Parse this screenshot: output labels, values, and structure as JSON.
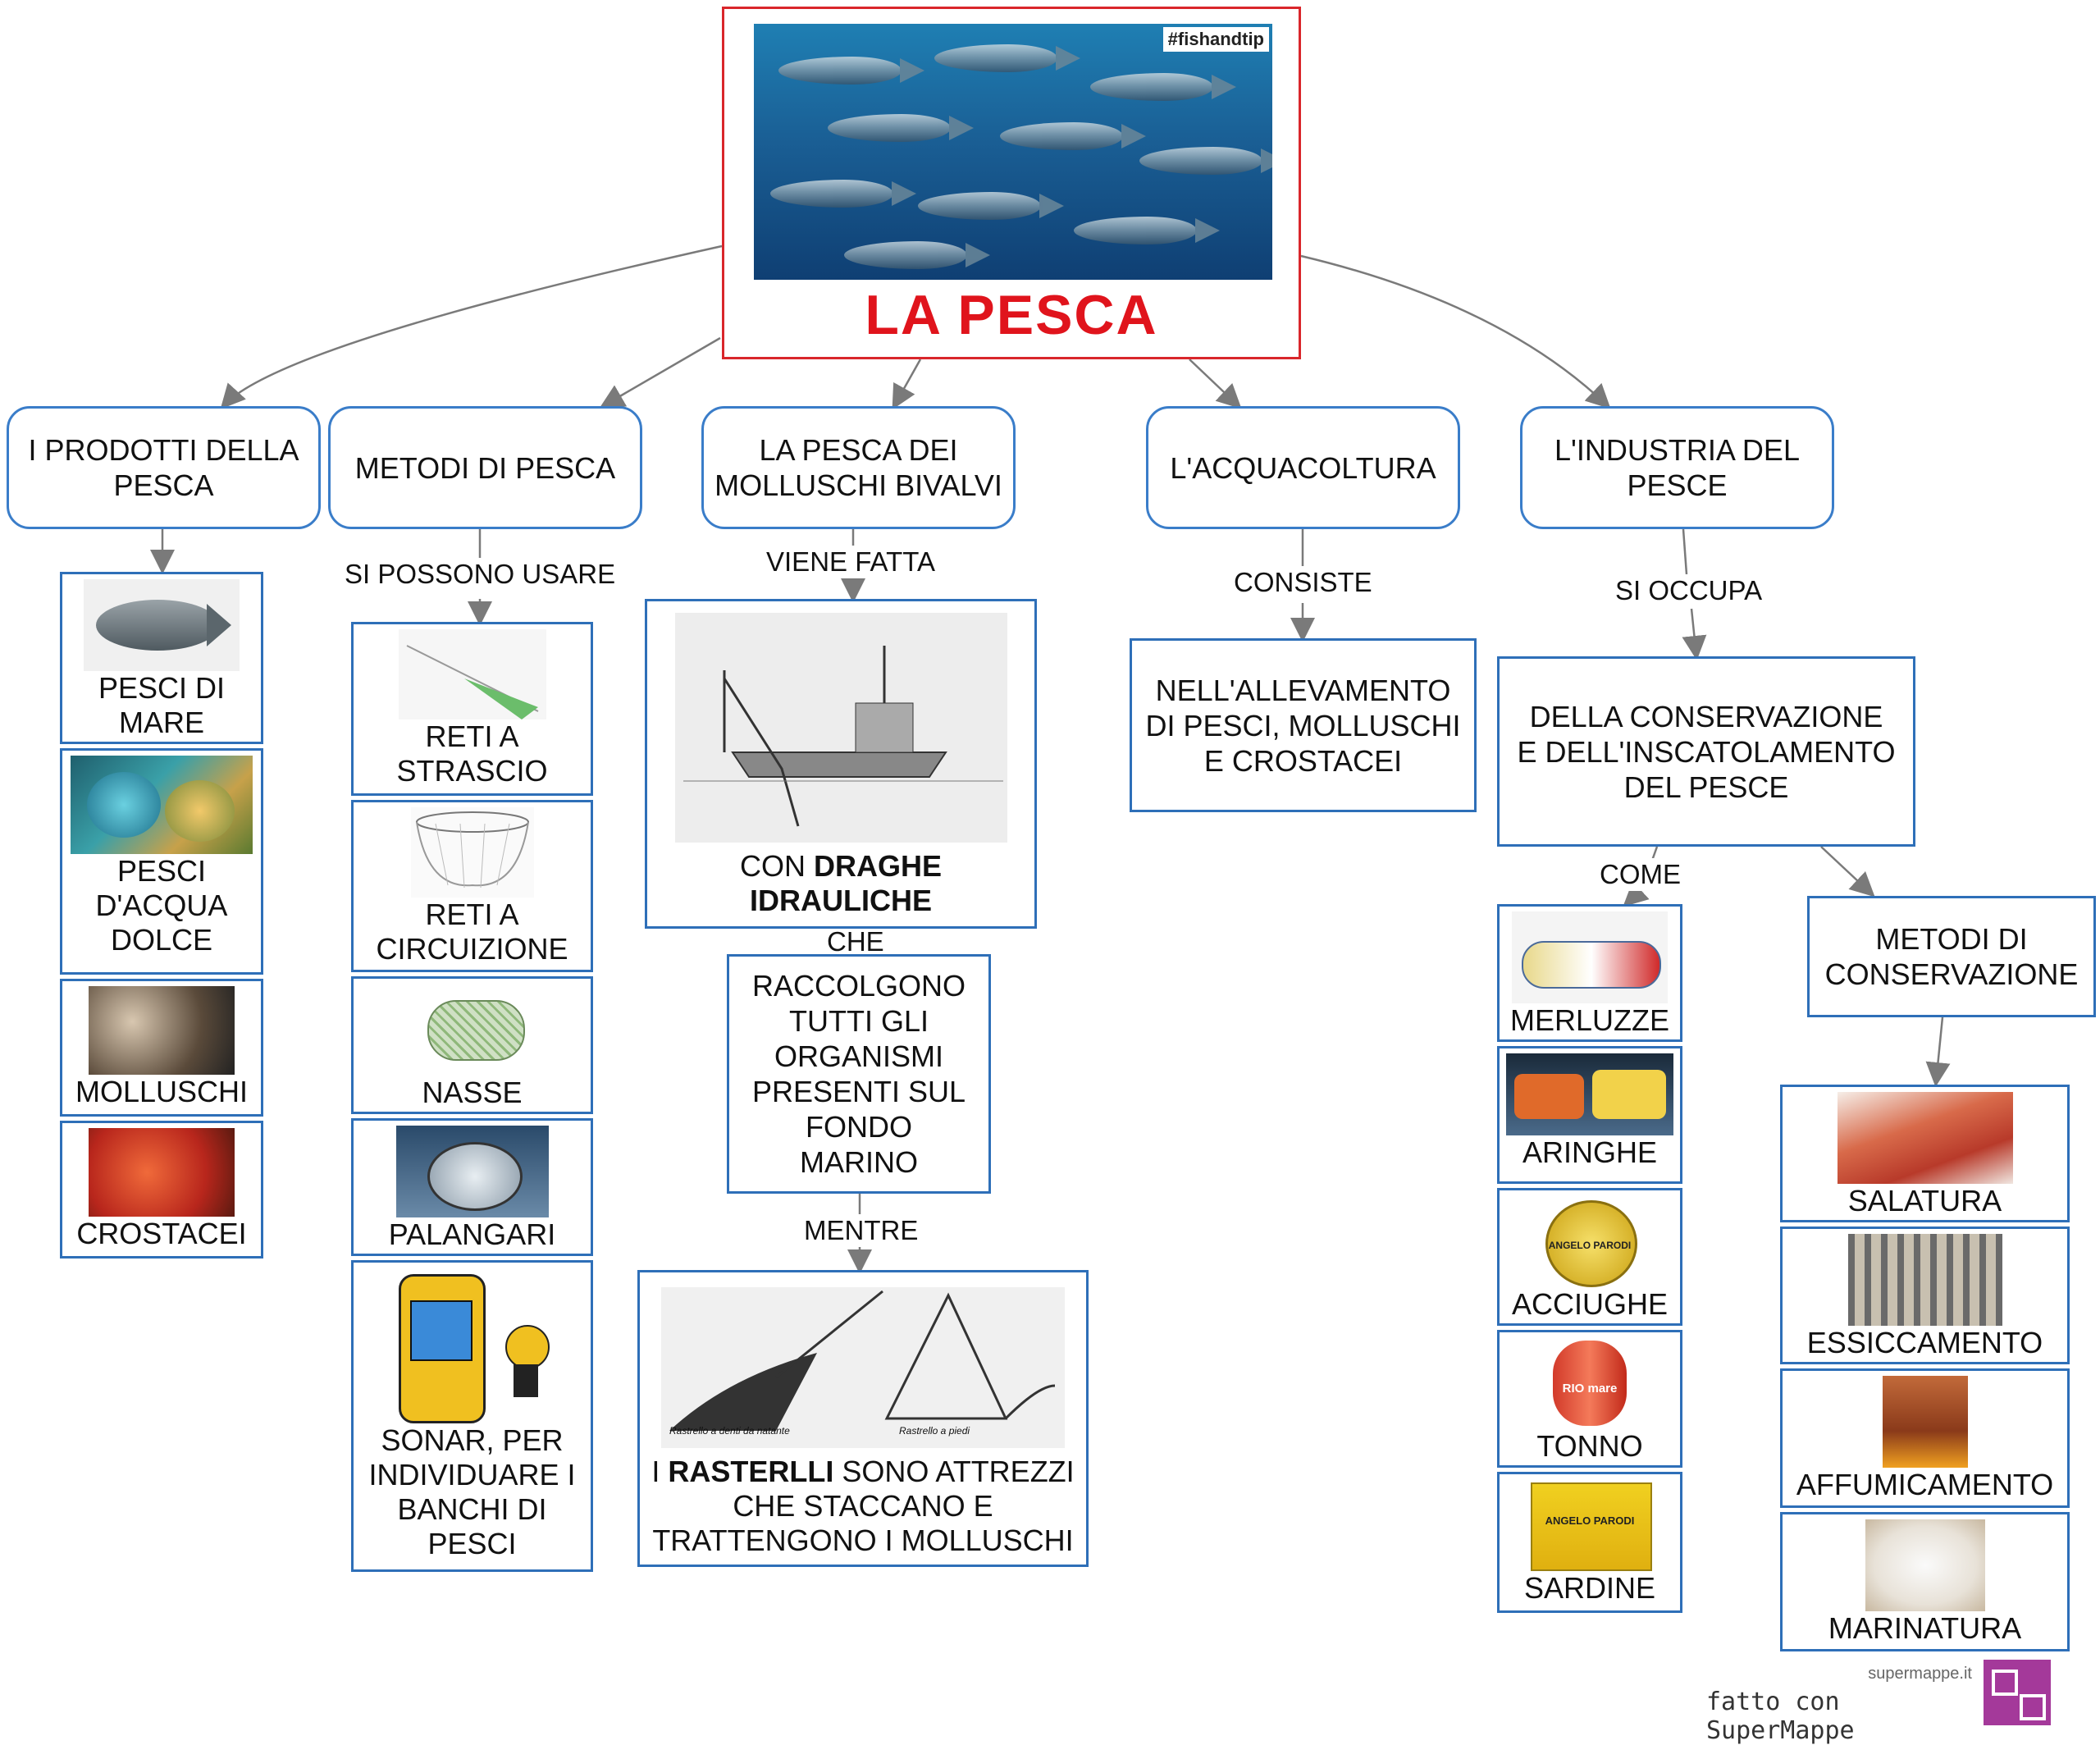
{
  "root": {
    "title": "LA PESCA",
    "tag": "#fishandtip"
  },
  "categories": [
    {
      "label": "I PRODOTTI DELLA PESCA"
    },
    {
      "label": "METODI DI PESCA"
    },
    {
      "label": "LA PESCA DEI MOLLUSCHI BIVALVI"
    },
    {
      "label": "L'ACQUACOLTURA"
    },
    {
      "label": "L'INDUSTRIA DEL PESCE"
    }
  ],
  "link_labels": {
    "si_possono_usare": "SI POSSONO USARE",
    "viene_fatta": "VIENE FATTA",
    "che": "CHE",
    "mentre": "MENTRE",
    "consiste": "CONSISTE",
    "si_occupa": "SI OCCUPA",
    "come": "COME"
  },
  "prodotti": [
    {
      "label": "PESCI DI MARE",
      "icon": "sea-fish-photo"
    },
    {
      "label": "PESCI D'ACQUA DOLCE",
      "icon": "freshwater-fish-photo"
    },
    {
      "label": "MOLLUSCHI",
      "icon": "mollusks-photo"
    },
    {
      "label": "CROSTACEI",
      "icon": "crustaceans-photo"
    }
  ],
  "metodi": [
    {
      "label": "RETI A STRASCIO",
      "icon": "trawl-net-drawing"
    },
    {
      "label": "RETI A CIRCUIZIONE",
      "icon": "purse-seine-drawing"
    },
    {
      "label": "NASSE",
      "icon": "fish-trap-photo"
    },
    {
      "label": "PALANGARI",
      "icon": "longline-basket-photo"
    },
    {
      "label": "SONAR, PER INDIVIDUARE I BANCHI DI PESCI",
      "icon": "fish-finder-photo"
    }
  ],
  "bivalvi": {
    "draghe_prefix": "CON ",
    "draghe_bold": "DRAGHE IDRAULICHE",
    "raccolgono": "RACCOLGONO TUTTI GLI ORGANISMI PRESENTI SUL FONDO MARINO",
    "rastrelli_prefix": "I ",
    "rastrelli_bold": "RASTERLLI",
    "rastrelli_rest": " SONO ATTREZZI CHE STACCANO E TRATTENGONO I MOLLUSCHI",
    "caption_left": "Rastrello a denti da natante",
    "caption_right": "Rastrello a piedi"
  },
  "acquacoltura": {
    "text": "NELL'ALLEVAMENTO DI PESCI, MOLLUSCHI E CROSTACEI"
  },
  "industria": {
    "text": "DELLA CONSERVAZIONE E DELL'INSCATOLAMENTO DEL PESCE",
    "prodotti": [
      {
        "label": "MERLUZZE",
        "icon": "can-merluzzi"
      },
      {
        "label": "ARINGHE",
        "icon": "can-aringhe"
      },
      {
        "label": "ACCIUGHE",
        "icon": "can-acciughe",
        "brand": "ANGELO PARODI"
      },
      {
        "label": "TONNO",
        "icon": "can-tonno",
        "brand": "RIO mare"
      },
      {
        "label": "SARDINE",
        "icon": "can-sardine",
        "brand": "ANGELO PARODI"
      }
    ],
    "metodi_title": "METODI DI CONSERVAZIONE",
    "metodi": [
      {
        "label": "SALATURA",
        "icon": "salting-photo"
      },
      {
        "label": "ESSICCAMENTO",
        "icon": "drying-photo"
      },
      {
        "label": "AFFUMICAMENTO",
        "icon": "smoking-photo"
      },
      {
        "label": "MARINATURA",
        "icon": "marinating-photo"
      }
    ]
  },
  "credit": {
    "site": "supermappe.it",
    "text": "fatto con SuperMappe"
  },
  "colors": {
    "title_red": "#e0141c",
    "root_border": "#d9262b",
    "box_blue": "#2e6fb8",
    "credit_purple": "#a4399a"
  }
}
